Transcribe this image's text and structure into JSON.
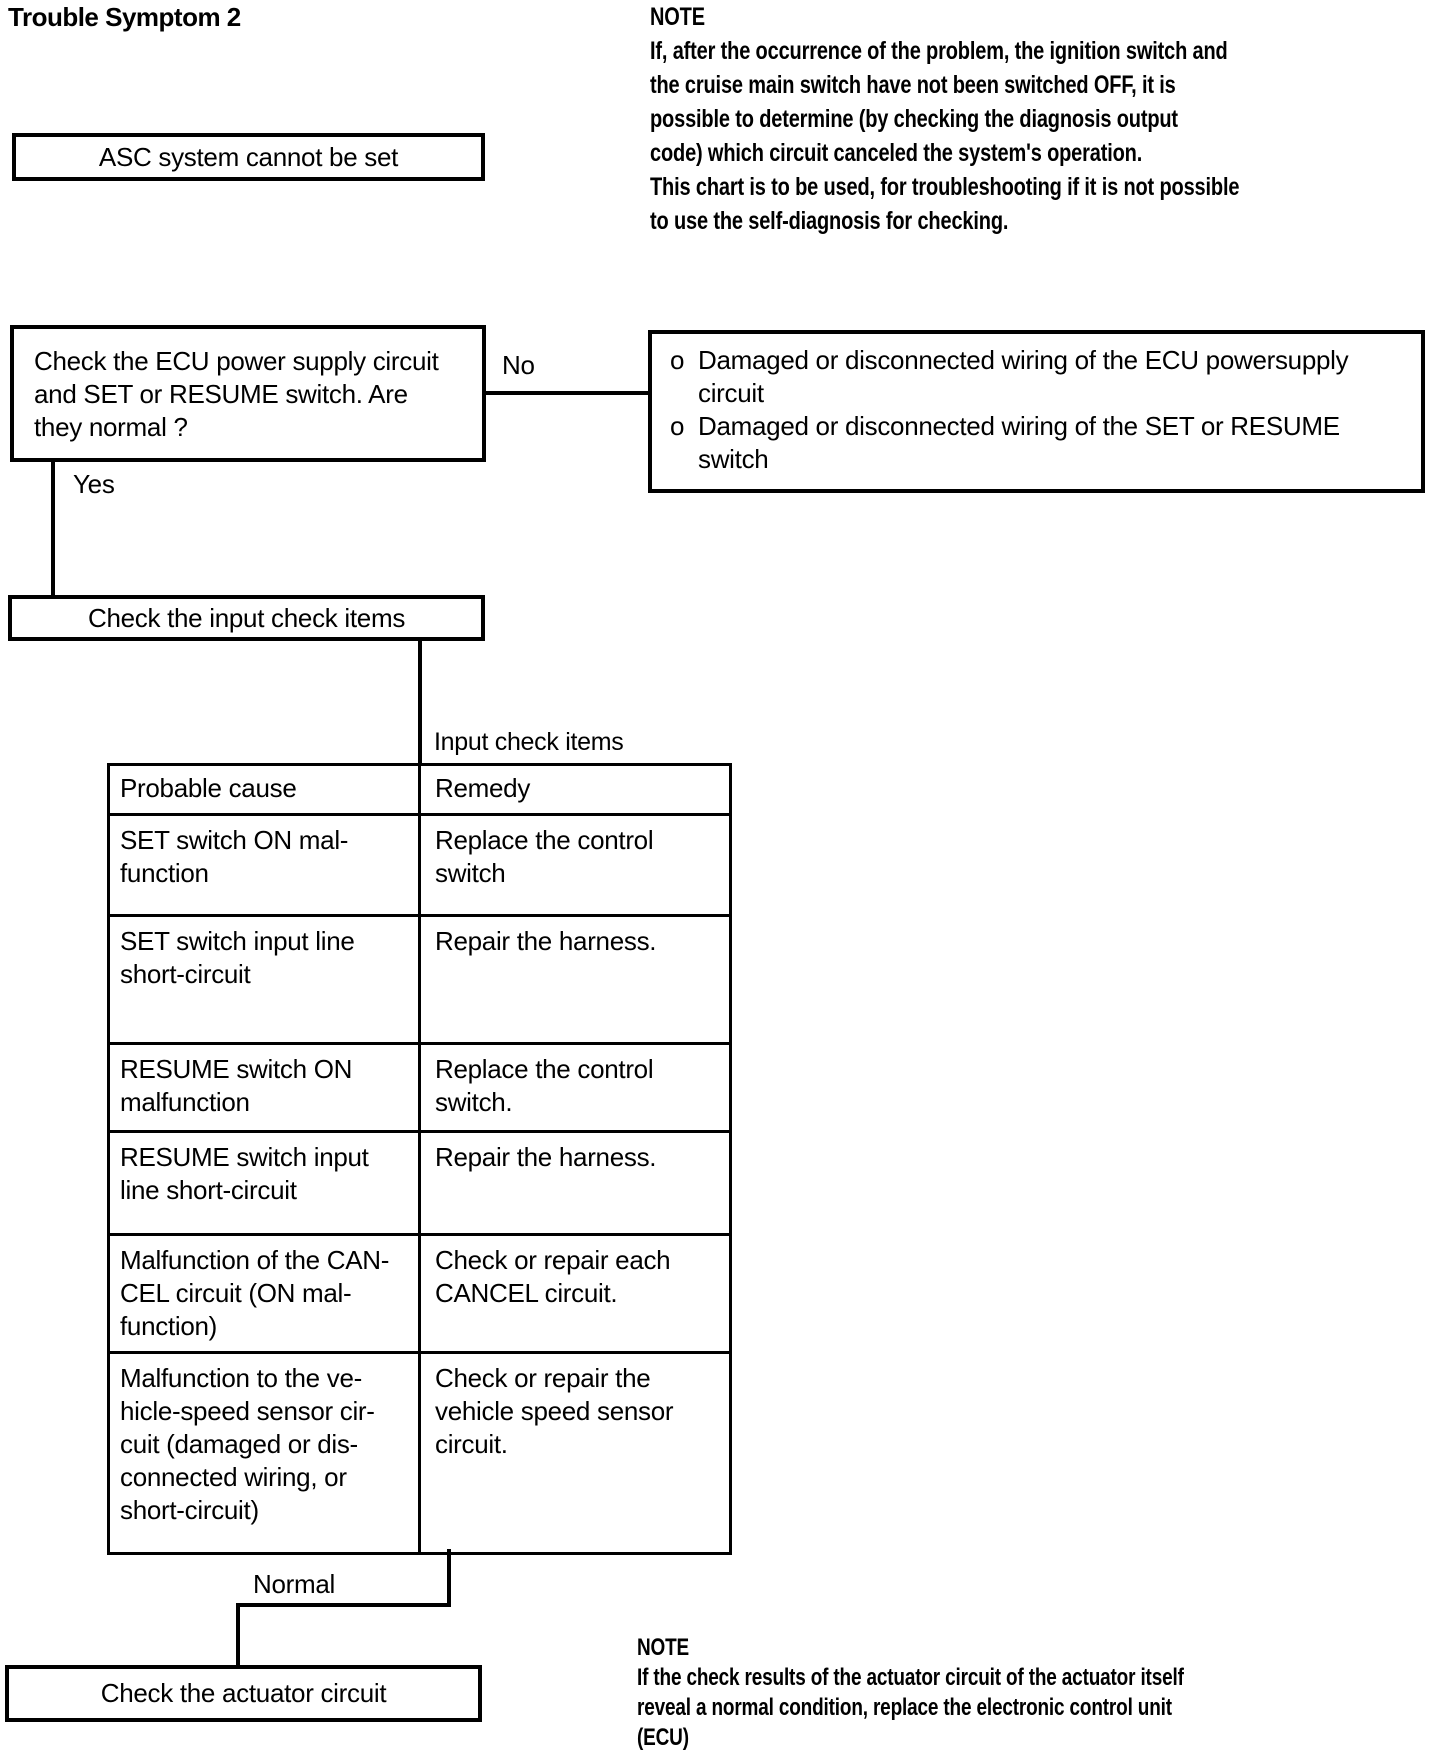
{
  "page": {
    "title": "Trouble Symptom 2"
  },
  "top_note": {
    "heading": "NOTE",
    "para1": "If, after the occurrence of the problem, the ignition switch and\nthe cruise main switch have not been switched OFF, it is\npossible to determine (by checking the diagnosis output\ncode) which circuit canceled the system's operation.",
    "para2": "This chart is to be used, for troubleshooting if it is not possible\nto use the self-diagnosis for checking."
  },
  "flowchart": {
    "start_box": "ASC system cannot be set",
    "decision_box": "Check the ECU power supply circuit\nand SET or RESUME switch. Are\nthey normal ?",
    "no_label": "No",
    "yes_label": "Yes",
    "normal_label": "Normal",
    "bullet": "o",
    "no_result_items": [
      "Damaged or disconnected wiring of the ECU powersupply\ncircuit",
      "Damaged or disconnected wiring of the SET or RESUME\nswitch"
    ],
    "input_check_box": "Check the input check items",
    "input_check_caption": "Input check items",
    "actuator_box": "Check the actuator circuit"
  },
  "input_check_table": {
    "headers": [
      "Probable cause",
      "Remedy"
    ],
    "rows": [
      {
        "cause": "SET switch ON mal-\nfunction",
        "remedy": "Replace the control\nswitch"
      },
      {
        "cause": "SET switch input line\nshort-circuit",
        "remedy": "Repair the harness."
      },
      {
        "cause": "RESUME switch ON\nmalfunction",
        "remedy": "Replace the control\nswitch."
      },
      {
        "cause": "RESUME switch input\nline short-circuit",
        "remedy": "Repair the harness."
      },
      {
        "cause": "Malfunction of the CAN-\nCEL circuit (ON mal-\nfunction)",
        "remedy": "Check or repair each\nCANCEL circuit."
      },
      {
        "cause": "Malfunction to the ve-\nhicle-speed sensor cir-\ncuit (damaged or dis-\nconnected wiring, or\nshort-circuit)",
        "remedy": "Check or repair the\nvehicle speed sensor\ncircuit."
      }
    ]
  },
  "bottom_note": {
    "heading": "NOTE",
    "para": "If the check results of the actuator circuit of the actuator itself\nreveal a normal condition, replace the electronic control unit\n(ECU)"
  },
  "colors": {
    "ink": "#000000",
    "paper": "#ffffff"
  }
}
